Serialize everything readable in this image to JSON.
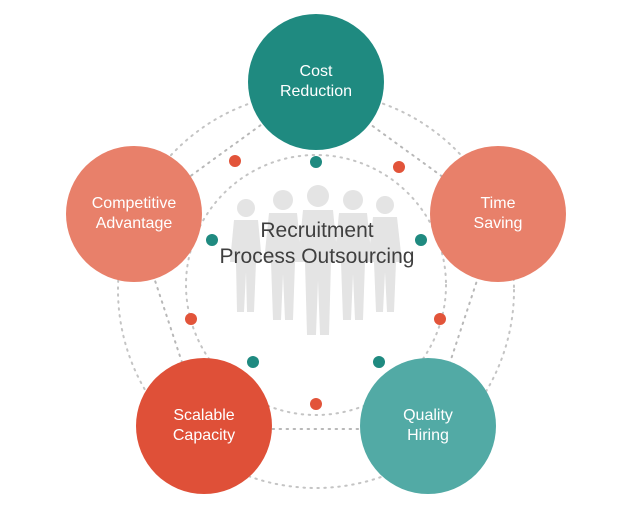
{
  "diagram": {
    "center": {
      "line1": "Recruitment",
      "line2": "Process Outsourcing"
    },
    "nodes": [
      {
        "id": "cost-reduction",
        "line1": "Cost",
        "line2": "Reduction",
        "color": "#1f8a80"
      },
      {
        "id": "time-saving",
        "line1": "Time",
        "line2": "Saving",
        "color": "#e8806a"
      },
      {
        "id": "quality-hiring",
        "line1": "Quality",
        "line2": "Hiring",
        "color": "#52aaa5"
      },
      {
        "id": "scalable-capacity",
        "line1": "Scalable",
        "line2": "Capacity",
        "color": "#df5038"
      },
      {
        "id": "competitive-advantage",
        "line1": "Competitive",
        "line2": "Advantage",
        "color": "#e8806a"
      }
    ],
    "colors": {
      "connector_dot_red": "#e2543a",
      "connector_dot_teal": "#1f8a80",
      "dotted_line": "#b8b8b8",
      "silhouette": "#e4e4e4"
    }
  }
}
